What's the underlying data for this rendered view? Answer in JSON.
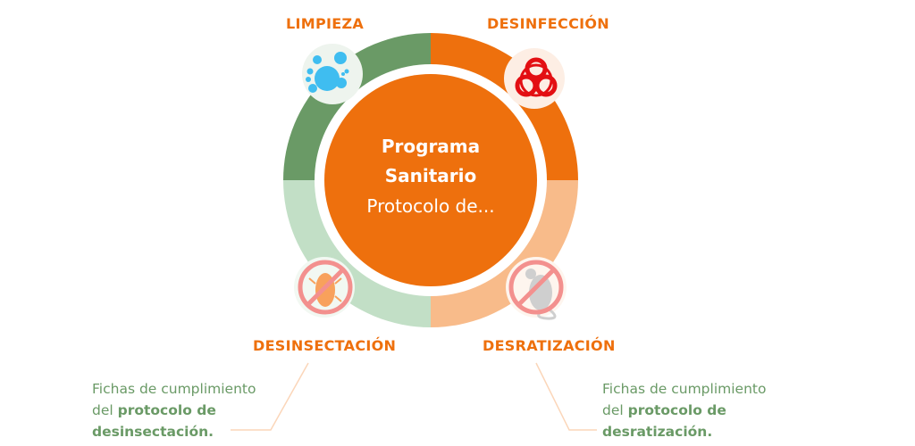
{
  "center": {
    "title_line1": "Programa",
    "title_line2": "Sanitario",
    "subtitle": "Protocolo de..."
  },
  "segments": [
    {
      "label": "LIMPIEZA",
      "color": "#6a9a66",
      "icon": "soap-bubbles-icon"
    },
    {
      "label": "DESINFECCIÓN",
      "color": "#ee700d",
      "icon": "biohazard-icon"
    },
    {
      "label": "DESRATIZACIÓN",
      "color": "#f8bb8a",
      "icon": "no-rat-icon"
    },
    {
      "label": "DESINSECTACIÓN",
      "color": "#c2dfc6",
      "icon": "no-insect-icon"
    }
  ],
  "notes": {
    "left": {
      "line1": "Fichas de cumplimiento",
      "pre": "del ",
      "bold1": "protocolo de",
      "bold2": "desinsectación."
    },
    "right": {
      "line1": "Fichas de cumplimiento",
      "pre": "del ",
      "bold1": "protocolo de",
      "bold2": "desratización."
    }
  }
}
